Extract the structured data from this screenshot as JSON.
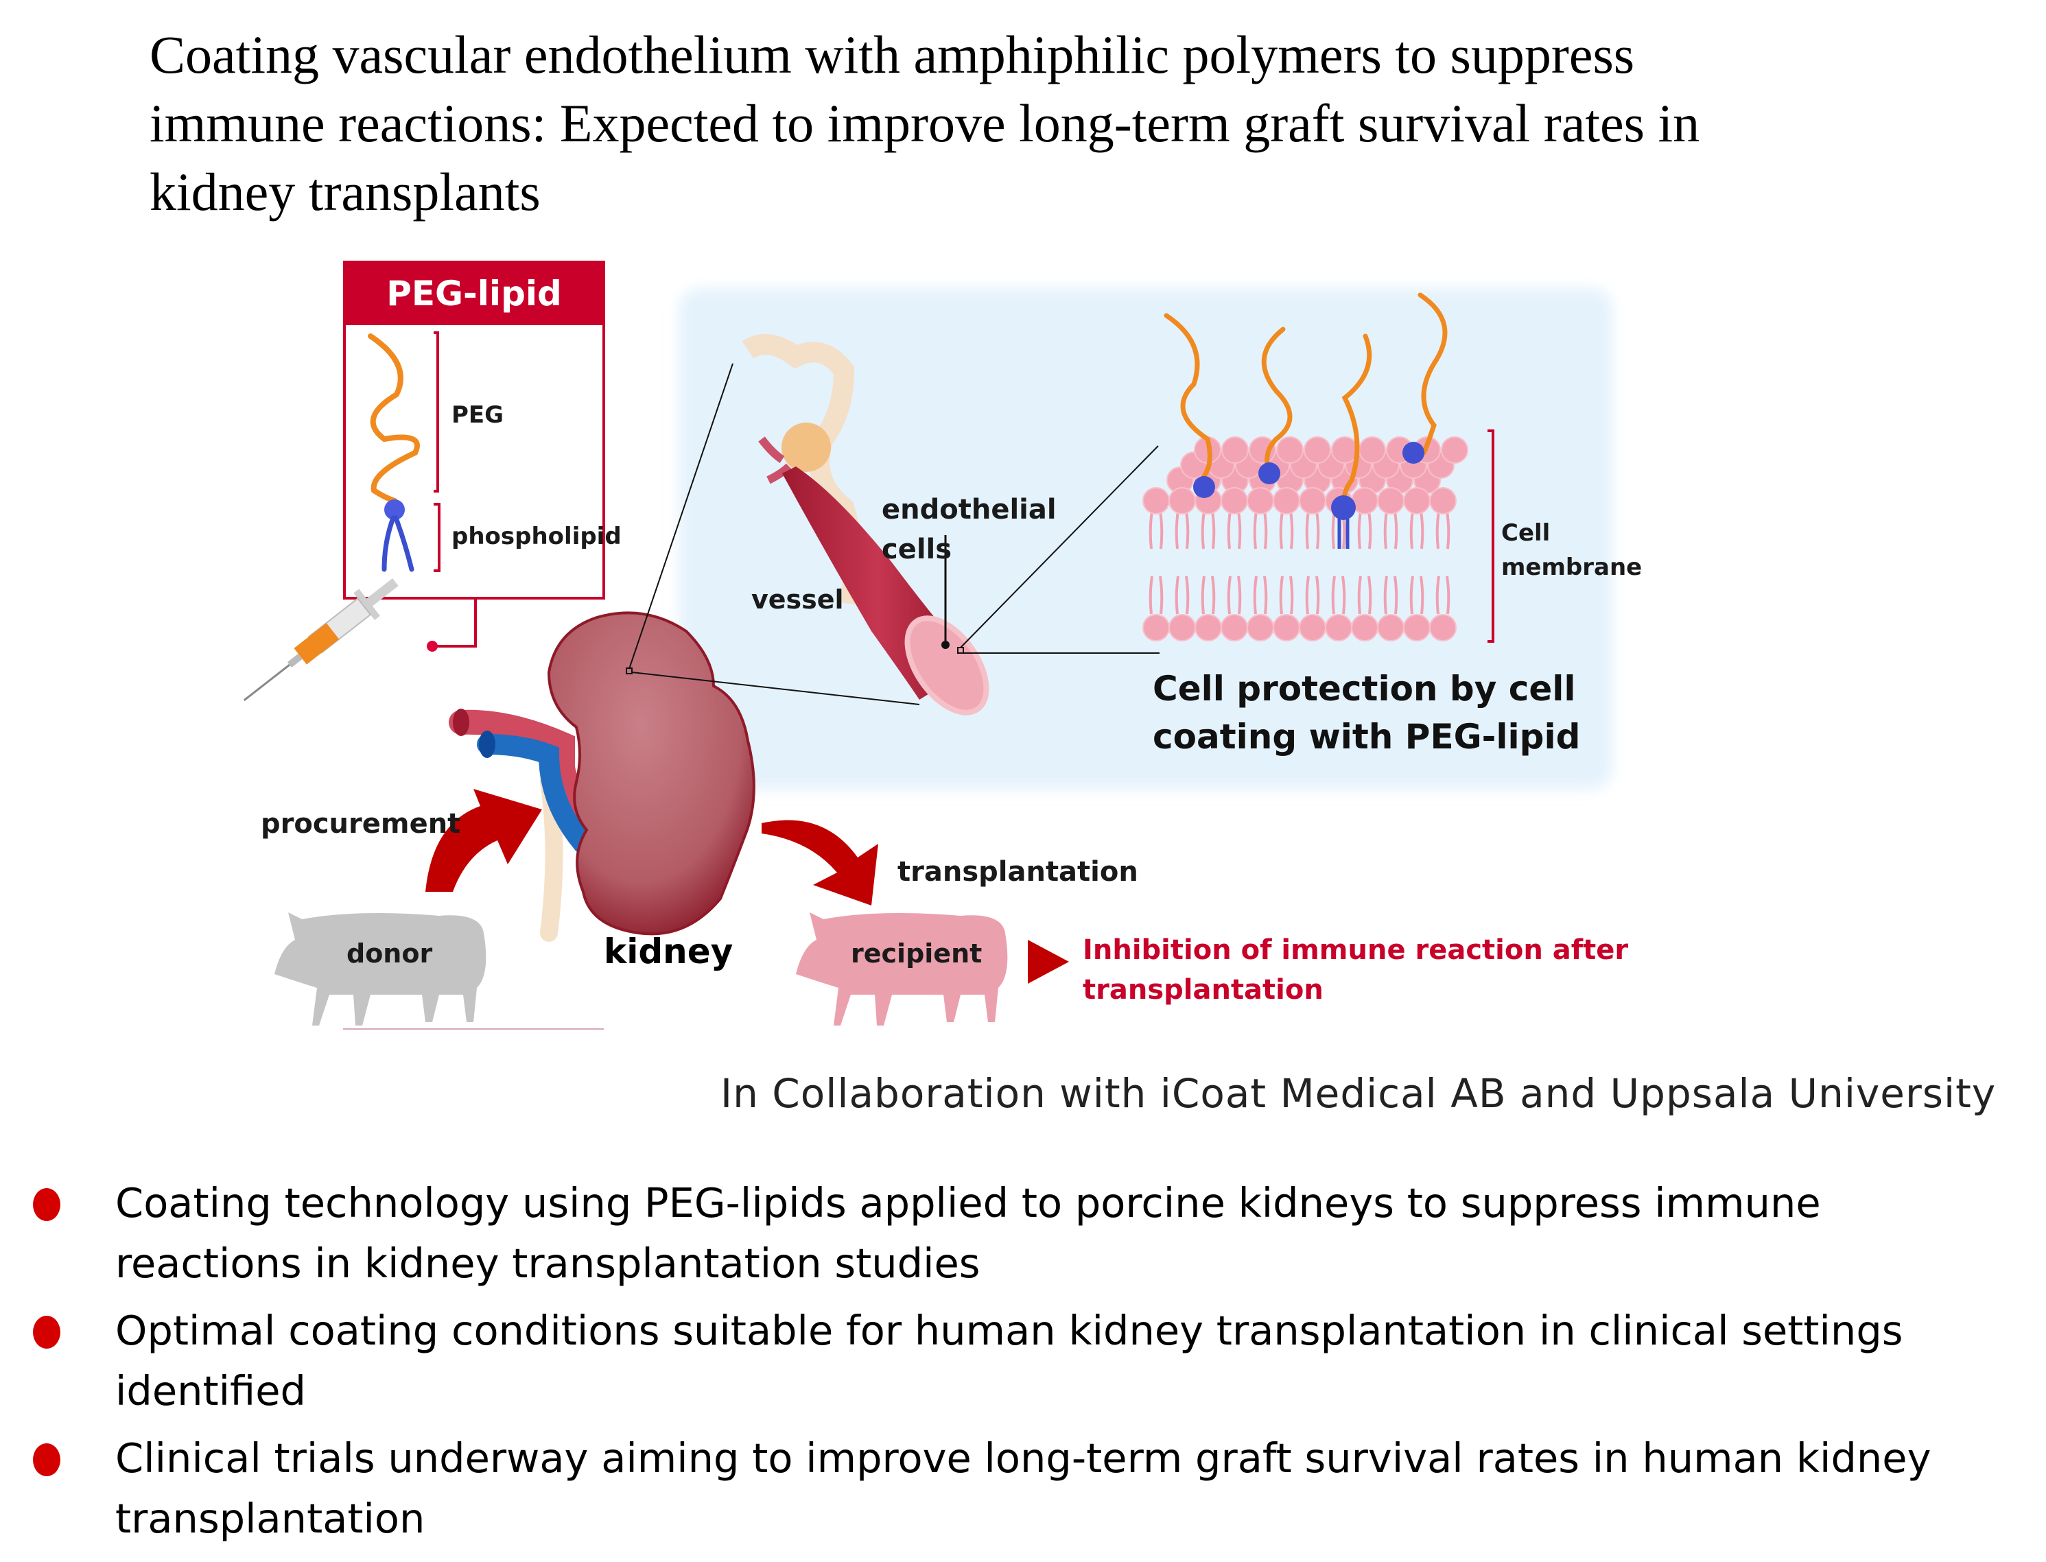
{
  "title": {
    "lines": [
      "Coating vascular endothelium with amphiphilic polymers to suppress",
      "immune reactions: Expected to improve long-term graft survival rates in",
      "kidney transplants"
    ]
  },
  "figure": {
    "peg_lipid_box": {
      "header": "PEG-lipid",
      "peg_label": "PEG",
      "phospholipid_label": "phospholipid"
    },
    "labels": {
      "vessel": "vessel",
      "endothelial_line1": "endothelial",
      "endothelial_line2": "cells",
      "cell_membrane_line1": "Cell",
      "cell_membrane_line2": "membrane",
      "protection_line1": "Cell protection by cell",
      "protection_line2": "coating with PEG-lipid",
      "procurement": "procurement",
      "transplantation": "transplantation",
      "donor": "donor",
      "kidney": "kidney",
      "recipient": "recipient",
      "outcome_line1": "Inhibition of immune reaction after",
      "outcome_line2": "transplantation"
    },
    "colors": {
      "accent_red": "#c8002a",
      "arrow_red": "#c00000",
      "kidney": "#b5606a",
      "kidney_edge": "#8e1a28",
      "vein_blue": "#1f6ec2",
      "artery_red": "#d04a60",
      "peg_orange": "#f08a1e",
      "lipid_blue": "#3a4fd0",
      "membrane_pink": "#f3a4b4",
      "panel_blue": "#e4f2fc",
      "donor_gray": "#c4c4c4",
      "recipient_pink": "#eba0ae"
    }
  },
  "collaboration": "In Collaboration with iCoat Medical AB and Uppsala University",
  "bullets": [
    "Coating technology using PEG-lipids applied to porcine kidneys to suppress immune reactions in kidney transplantation studies",
    "Optimal coating conditions suitable for human kidney transplantation in clinical settings identified",
    "Clinical trials underway aiming to improve long-term graft survival rates in human kidney transplantation"
  ]
}
